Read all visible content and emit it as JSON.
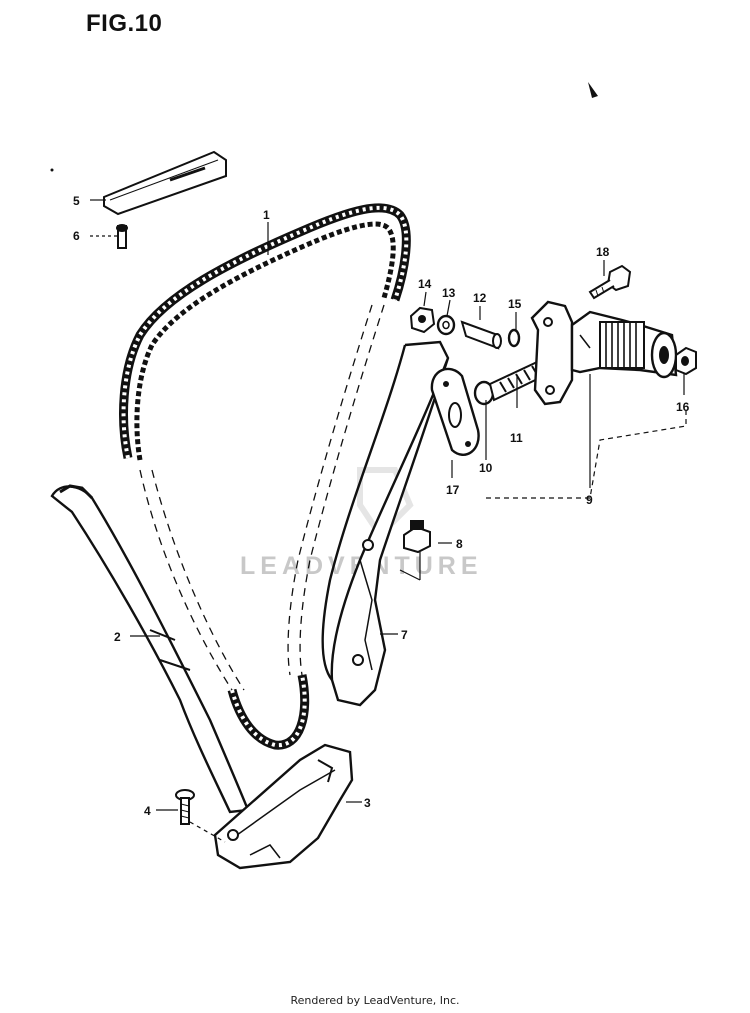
{
  "figure": {
    "title": "FIG.10"
  },
  "callouts": [
    "1",
    "2",
    "3",
    "4",
    "5",
    "6",
    "7",
    "8",
    "9",
    "10",
    "11",
    "12",
    "13",
    "14",
    "15",
    "16",
    "17",
    "18"
  ],
  "watermark": "LEADVENTURE",
  "footer": "Rendered by LeadVenture, Inc.",
  "colors": {
    "ink": "#111111",
    "watermark": "#c8c8c8",
    "background": "#ffffff"
  }
}
